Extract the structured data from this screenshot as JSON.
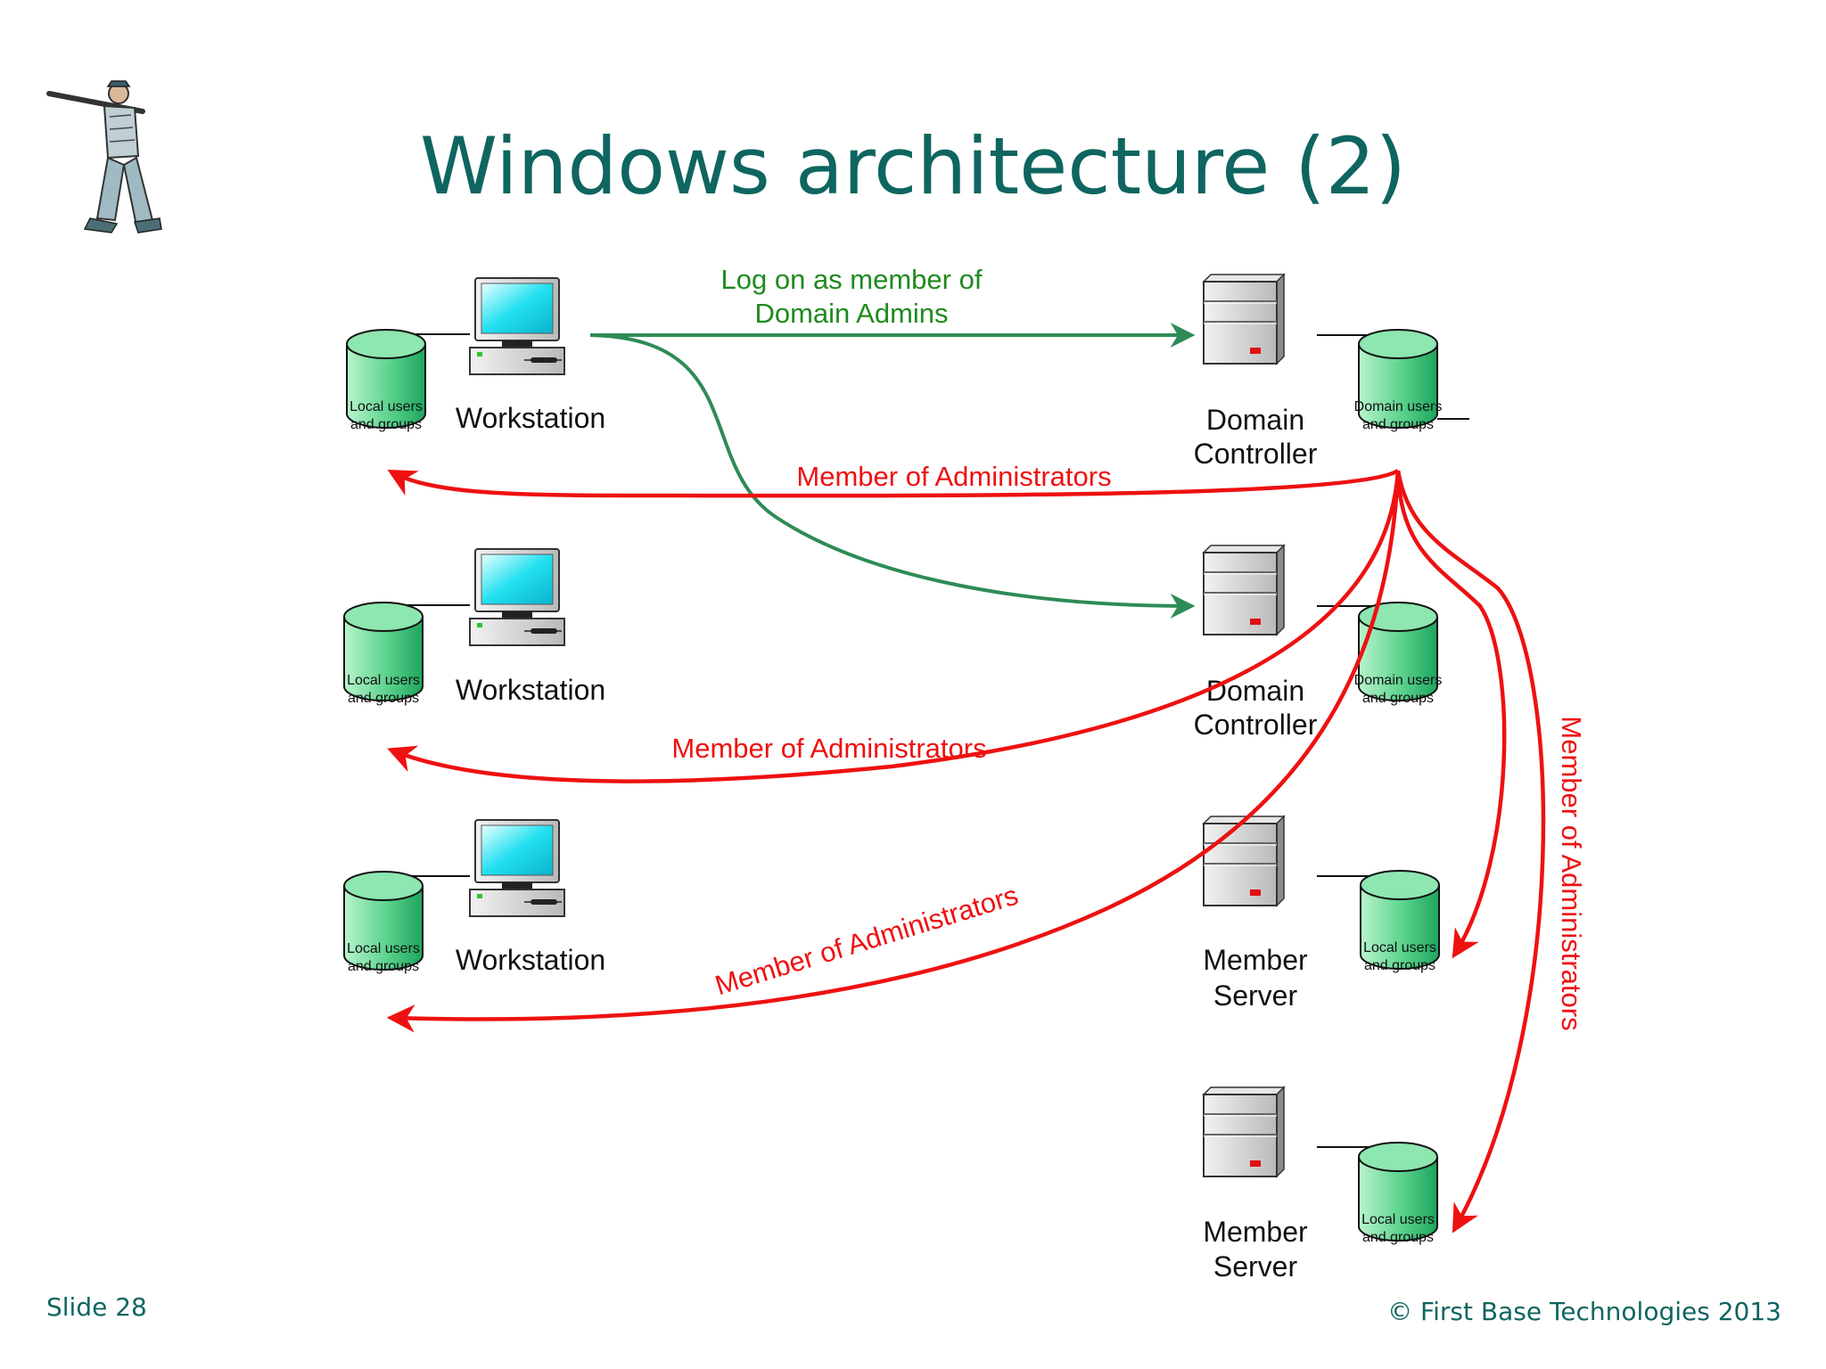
{
  "slide": {
    "title": "Windows architecture (2)",
    "footer_left": "Slide 28",
    "footer_right": "© First Base Technologies 2013"
  },
  "labels": {
    "workstation": "Workstation",
    "domain": "Domain",
    "controller": "Controller",
    "member": "Member",
    "server": "Server",
    "db_local_1": "Local users",
    "db_local_2": "and groups",
    "db_domain_1": "Domain users",
    "db_domain_2": "and groups"
  },
  "arrows": {
    "logon_1": "Log on as member of",
    "logon_2": "Domain Admins",
    "member_admins": "Member of Administrators"
  },
  "icons": [
    "baseball-batter-icon",
    "workstation-icon",
    "server-icon",
    "database-icon"
  ],
  "colors": {
    "title": "#0f6560",
    "green_arrow": "#2e8b57",
    "red_arrow": "#ee1111",
    "cylinder": "#45c27a"
  }
}
